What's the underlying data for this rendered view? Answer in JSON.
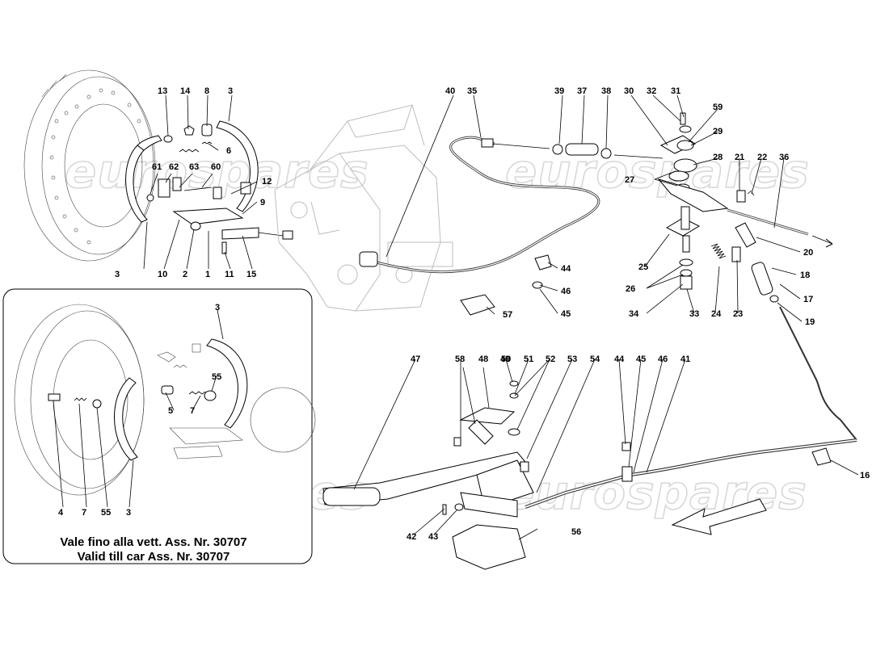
{
  "watermark": {
    "text": "eurospares"
  },
  "inset_caption": {
    "line1": "Vale fino alla vett. Ass. Nr. 30707",
    "line2": "Valid till car Ass. Nr. 30707"
  },
  "callouts": {
    "c13": "13",
    "c14": "14",
    "c8": "8",
    "c3a": "3",
    "c6": "6",
    "c61": "61",
    "c62": "62",
    "c63": "63",
    "c60": "60",
    "c12": "12",
    "c9": "9",
    "c3b": "3",
    "c10": "10",
    "c2": "2",
    "c1": "1",
    "c11": "11",
    "c15": "15",
    "c40": "40",
    "c35": "35",
    "c39": "39",
    "c37": "37",
    "c38": "38",
    "c30": "30",
    "c32": "32",
    "c31": "31",
    "c59": "59",
    "c29": "29",
    "c28": "28",
    "c21": "21",
    "c22": "22",
    "c36": "36",
    "c27": "27",
    "c20": "20",
    "c25": "25",
    "c18": "18",
    "c44a": "44",
    "c26": "26",
    "c46a": "46",
    "c17": "17",
    "c45a": "45",
    "c34": "34",
    "c33": "33",
    "c24": "24",
    "c23": "23",
    "c19": "19",
    "c57": "57",
    "c3c": "3",
    "c55a": "55",
    "c5": "5",
    "c7a": "7",
    "c4": "4",
    "c7b": "7",
    "c55b": "55",
    "c3d": "3",
    "c47": "47",
    "c58": "58",
    "c48": "48",
    "c49": "49",
    "c50": "50",
    "c51": "51",
    "c52": "52",
    "c53": "53",
    "c54": "54",
    "c44b": "44",
    "c45b": "45",
    "c46b": "46",
    "c41": "41",
    "c16": "16",
    "c56": "56",
    "c42": "42",
    "c43": "43"
  }
}
